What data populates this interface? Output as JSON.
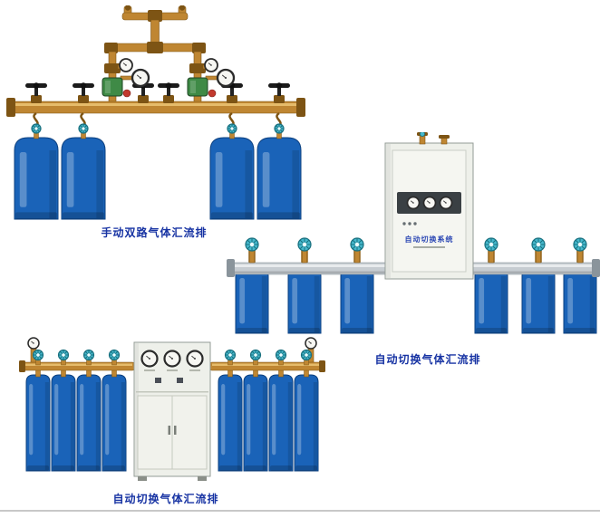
{
  "page": {
    "background": "#ffffff"
  },
  "colors": {
    "caption_blue": "#1733a3",
    "cylinder_blue": "#1a63b8",
    "cylinder_blue_dark": "#0b3f7e",
    "brass": "#bf8632",
    "brass_dark": "#7d5414",
    "brass_light": "#ecc675",
    "steel_pipe": "#c6ccd1",
    "steel_pipe_dark": "#8a949b",
    "cabinet_body": "#eef0ea",
    "cabinet_border": "#939b96",
    "valve_teal": "#45b8cc",
    "valve_teal_dark": "#19707f",
    "gauge_face": "#f7f7f3",
    "gauge_rim": "#2b2b2b",
    "regulator_green": "#3f8a46",
    "regulator_red": "#c23a2e",
    "handwheel_black": "#1b1b1b",
    "rule_gray": "#c8c8c8"
  },
  "products": [
    {
      "id": "manual-dual-gas-manifold",
      "caption": "手动双路气体汇流排",
      "cylinders_visible": 4
    },
    {
      "id": "auto-switch-gas-manifold-wide",
      "caption": "自动切换气体汇流排",
      "cylinders_visible": 6,
      "cabinet_label": "自动切换系统"
    },
    {
      "id": "auto-switch-gas-manifold-cabinet",
      "caption": "自动切换气体汇流排",
      "cylinders_visible": 8
    }
  ]
}
